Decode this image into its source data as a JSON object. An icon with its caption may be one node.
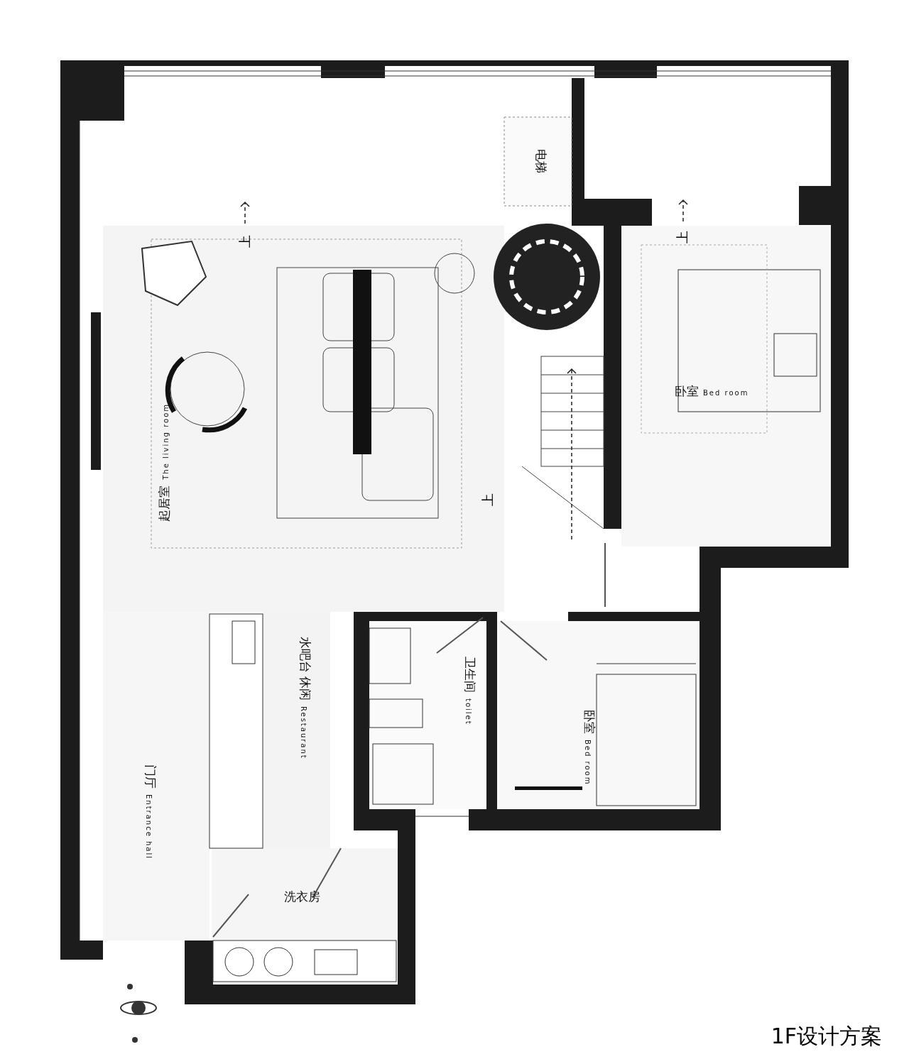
{
  "diagram": {
    "caption": "1F设计方案",
    "nodes": [
      {
        "text": [
          "电梯"
        ]
      },
      {
        "text": [
          "起居室",
          "The living room"
        ]
      },
      {
        "text": [
          "卧室",
          "Bed room"
        ]
      },
      {
        "text": [
          "水吧台 休闲",
          "Restaurant"
        ]
      },
      {
        "text": [
          "卫生间",
          "toilet"
        ]
      },
      {
        "text": [
          "卧室",
          "Bed room"
        ]
      },
      {
        "text": [
          "门厅",
          "Entrance hall"
        ]
      },
      {
        "text": [
          "洗衣房"
        ]
      }
    ],
    "labels": [
      "上",
      "上",
      "上"
    ]
  }
}
